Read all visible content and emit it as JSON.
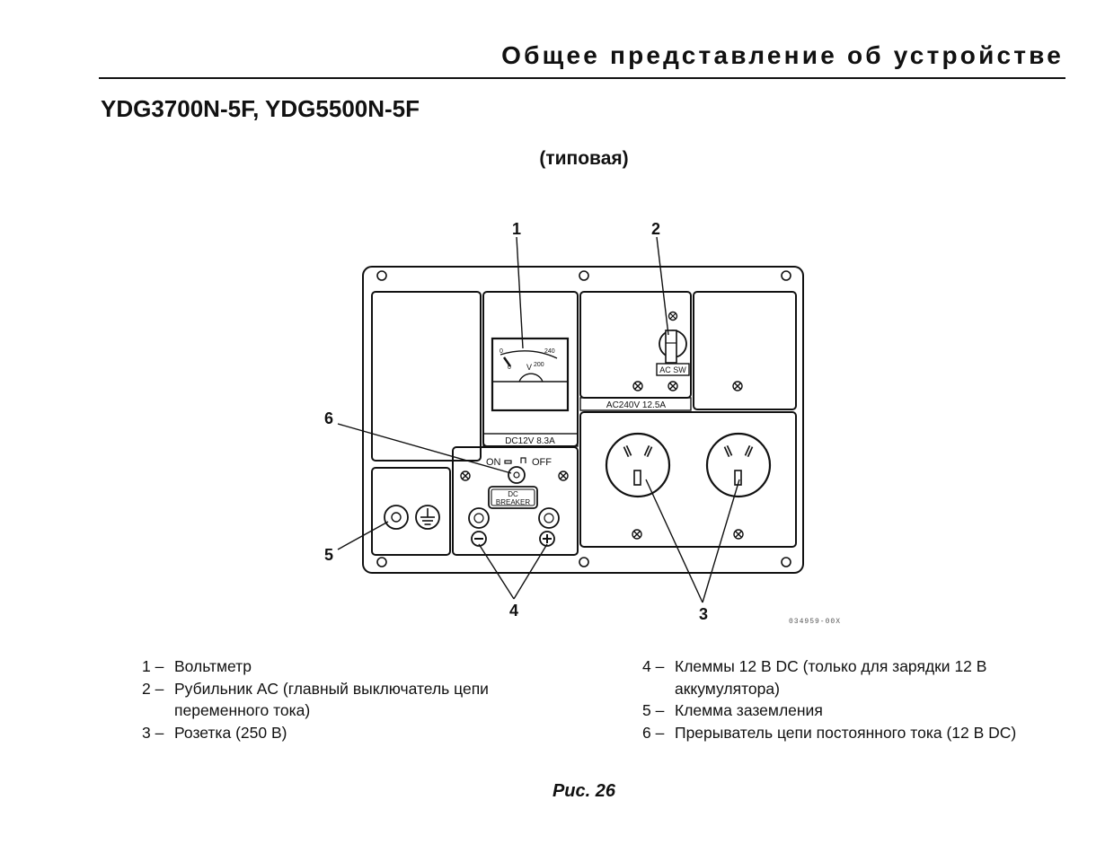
{
  "header": {
    "title": "Общее представление об устройстве"
  },
  "model_title": "YDG3700N-5F, YDG5500N-5F",
  "subtitle": "(типовая)",
  "figure": {
    "callouts": [
      "1",
      "2",
      "3",
      "4",
      "5",
      "6"
    ],
    "labels": {
      "dc_rating": "DC12V 8.3A",
      "ac_rating": "AC240V 12.5A",
      "ac_switch": "AC SW",
      "dc_breaker_line1": "DC",
      "dc_breaker_line2": "BREAKER",
      "on": "ON",
      "off": "OFF",
      "voltmeter_unit": "V",
      "voltmeter_0": "0",
      "voltmeter_200": "200",
      "voltmeter_240": "240",
      "figure_code": "034959-00X"
    }
  },
  "legend": {
    "left": [
      {
        "num": "1 –",
        "text": "Вольтметр"
      },
      {
        "num": "2 –",
        "text": "Рубильник AC (главный выключатель цепи переменного тока)"
      },
      {
        "num": "3 –",
        "text": "Розетка (250 В)"
      }
    ],
    "right": [
      {
        "num": "4 –",
        "text": "Клеммы 12 В DC (только для зарядки 12 В аккумулятора)"
      },
      {
        "num": "5 –",
        "text": "Клемма заземления"
      },
      {
        "num": "6 –",
        "text": "Прерыватель цепи постоянного тока (12 В DC)"
      }
    ]
  },
  "caption": "Рис. 26"
}
